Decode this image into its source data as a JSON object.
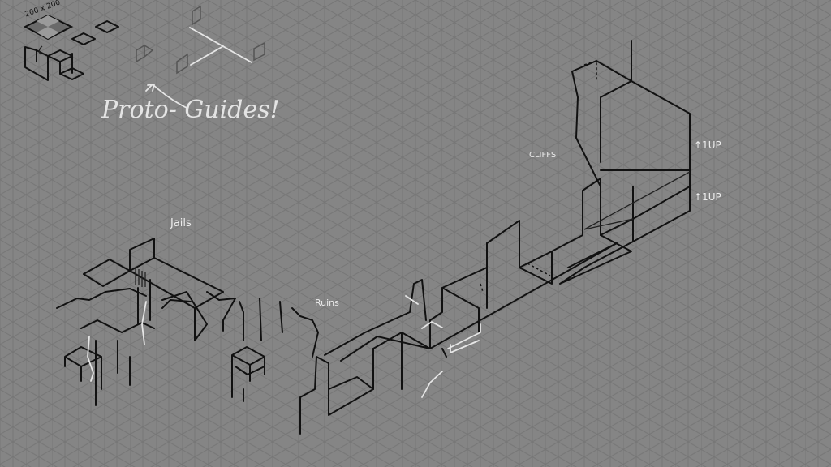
{
  "labels": {
    "tile_size": "200 x 200",
    "proto_guides": "Proto- Guides!",
    "cliffs": "CLIFFS",
    "one_up_top": "↑1UP",
    "one_up_bottom": "↑1UP",
    "jails": "Jails",
    "ruins": "Ruins"
  },
  "colors": {
    "background": "#858585",
    "grid": "#767676",
    "ink": "#111111",
    "chalk": "#e6e6e6"
  }
}
